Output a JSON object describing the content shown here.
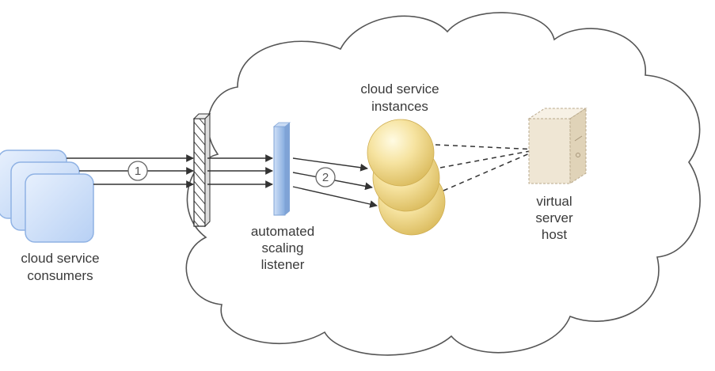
{
  "labels": {
    "consumers_line1": "cloud service",
    "consumers_line2": "consumers",
    "listener_line1": "automated",
    "listener_line2": "scaling",
    "listener_line3": "listener",
    "instances_line1": "cloud service",
    "instances_line2": "instances",
    "host_line1": "virtual",
    "host_line2": "server",
    "host_line3": "host"
  },
  "steps": {
    "step1": "1",
    "step2": "2"
  },
  "colors": {
    "consumer_fill": "#c7dcf8",
    "consumer_stroke": "#8fb2e4",
    "listener_fill": "#a9c6ec",
    "instance_fill": "#f1d98a",
    "host_fill": "#efe6d4",
    "cloud_stroke": "#555555"
  },
  "icons": {
    "consumers": "consumer-device-icon",
    "firewall": "firewall-icon",
    "listener": "listener-bar-icon",
    "instances": "service-instance-icon",
    "host": "server-host-icon"
  }
}
